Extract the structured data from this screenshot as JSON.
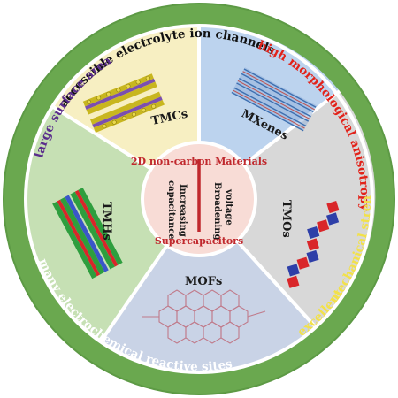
{
  "outer_ring": {
    "labels": [
      {
        "id": "accessible",
        "text": "accessible electrolyte ion channels",
        "color": "#111111"
      },
      {
        "id": "anisotropy",
        "text": "high morphological anisotropy",
        "color": "#e2231a"
      },
      {
        "id": "excellent",
        "text": "excellent",
        "color": "#f2e14a"
      },
      {
        "id": "strength",
        "text": "mechanical strength",
        "color": "#f2e14a"
      },
      {
        "id": "reactive",
        "text": "many electrochemical reactive sites",
        "color": "#ffffff"
      },
      {
        "id": "surface",
        "text": "large surface area",
        "color": "#5a2d8c"
      }
    ],
    "ring_color": "#6aa84f"
  },
  "segments": [
    {
      "id": "tmcs",
      "label": "TMCs",
      "color": "#f7efc2"
    },
    {
      "id": "mxenes",
      "label": "MXenes",
      "color": "#bcd3ee"
    },
    {
      "id": "tmos",
      "label": "TMOs",
      "color": "#d8d8d8"
    },
    {
      "id": "mofs",
      "label": "MOFs",
      "color": "#c9d3e6"
    },
    {
      "id": "tmhs",
      "label": "TMHs",
      "color": "#c6e0b4"
    }
  ],
  "center": {
    "title": "2D non-carbon Materials",
    "left_line1": "Increasing",
    "left_line2": "capacitance",
    "right_line1": "Broadening",
    "right_line2": "voltage",
    "bottom": "Supercapacitors",
    "title_color": "#c0282d",
    "fill": "#f8dcd6"
  }
}
